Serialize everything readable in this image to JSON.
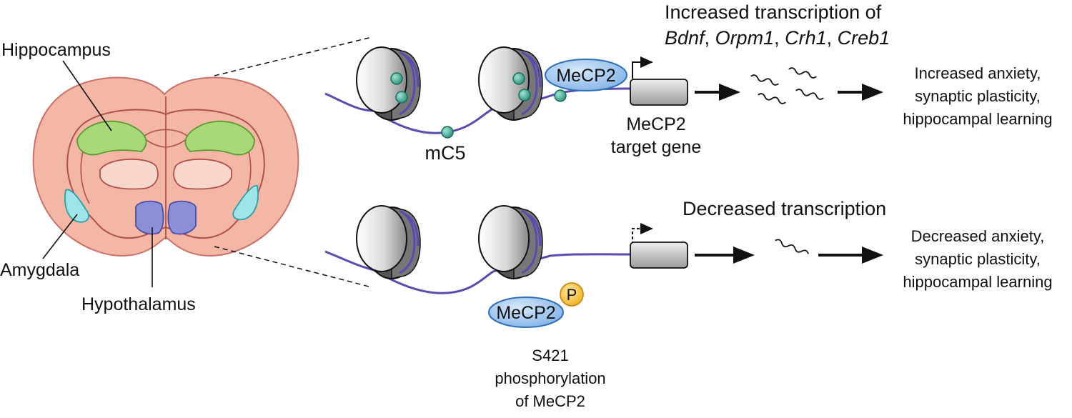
{
  "regions": {
    "hippocampus": "Hippocampus",
    "amygdala": "Amygdala",
    "hypothalamus": "Hypothalamus"
  },
  "top_panel": {
    "title_line1": "Increased transcription of",
    "genes": [
      "Bdnf",
      "Orpm1",
      "Crh1",
      "Creb1"
    ],
    "methyl_label": "mC5",
    "protein_label": "MeCP2",
    "target_line1": "MeCP2",
    "target_line2": "target gene",
    "outcome": [
      "Increased anxiety,",
      "synaptic plasticity,",
      "hippocampal learning"
    ]
  },
  "bottom_panel": {
    "title": "Decreased transcription",
    "protein_label": "MeCP2",
    "phospho_label": "P",
    "phospho_caption": [
      "S421",
      "phosphorylation",
      "of MeCP2"
    ],
    "outcome": [
      "Decreased anxiety,",
      "synaptic plasticity,",
      "hippocampal learning"
    ]
  },
  "colors": {
    "brain_fill": "#f4b7a6",
    "brain_stroke": "#b0504a",
    "hippocampus": "#a8d878",
    "amygdala": "#9fe4e8",
    "hypothalamus": "#8d8fd6",
    "dna": "#5a4bb0",
    "methyl": "#3aa38e",
    "mecp2": "#a9cbf2",
    "phospho": "#f7c437"
  }
}
